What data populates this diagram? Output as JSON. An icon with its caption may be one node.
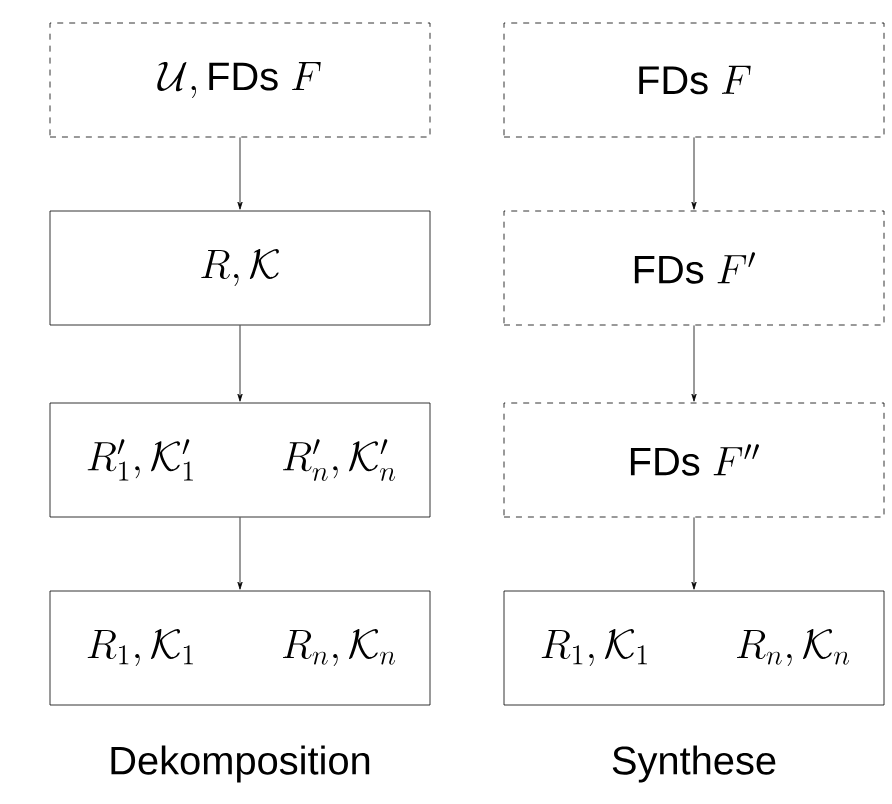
{
  "diagram": {
    "nodes": [
      {
        "text": [
          "\\mathcal{U}, \\mbox{FDs } F"
        ]
      },
      {
        "text": [
          "R, \\mathcal{K}"
        ]
      },
      {
        "text": [
          "R'_1, \\mathcal{K}'_1",
          "R'_n, \\mathcal{K}'_n"
        ]
      },
      {
        "text": [
          "R_1, \\mathcal{K}_1",
          "R_n, \\mathcal{K}_n"
        ]
      },
      {
        "text": [
          "\\mbox{FDs } F"
        ]
      },
      {
        "text": [
          "\\mbox{FDs } F'"
        ]
      },
      {
        "text": [
          "\\mbox{FDs } F''"
        ]
      },
      {
        "text": [
          "R_1, \\mathcal{K}_1",
          "R_n, \\mathcal{K}_n"
        ]
      }
    ],
    "edges": [
      {
        "from": 0,
        "to": 1,
        "arrow": "to"
      },
      {
        "from": 1,
        "to": 2,
        "arrow": "to"
      },
      {
        "from": 2,
        "to": 3,
        "arrow": "to"
      },
      {
        "from": 4,
        "to": 5,
        "arrow": "to"
      },
      {
        "from": 5,
        "to": 6,
        "arrow": "to"
      },
      {
        "from": 6,
        "to": 7,
        "arrow": "to"
      }
    ],
    "labels": [
      "Dekomposition",
      "Synthese"
    ]
  }
}
